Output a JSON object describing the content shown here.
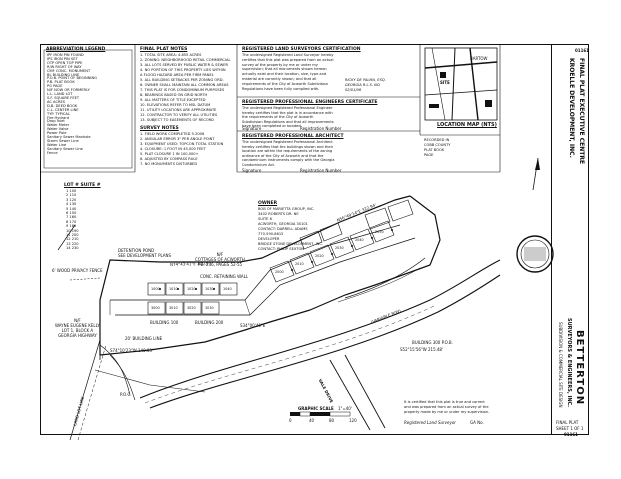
{
  "sheet_number": "01161",
  "legend": {
    "title": "ABBREVIATION LEGEND",
    "items": [
      "IPF  IRON PIN FOUND",
      "IPS  IRON PIN SET",
      "OTP  OPEN TOP PIPE",
      "R/W  RIGHT OF WAY",
      "CMF  CONC. MONUMENT",
      "BL   BUILDING LINE",
      "P.O.B. POINT OF BEGINNING",
      "P.B. PLAT BOOK",
      "PG   PAGE",
      "N/F  NOW OR FORMERLY",
      "L.L. LAND LOT",
      "S.F. SQUARE FEET",
      "AC   ACRES",
      "D.B. DEED BOOK",
      "C.L. CENTER LINE",
      "TYP. TYPICAL"
    ],
    "symbols": [
      "Fire Hydrant",
      "Drop Inlet",
      "Water Meter",
      "Water Valve",
      "Power Pole",
      "Sanitary Sewer Manhole",
      "Storm Sewer Line",
      "Water Line",
      "Sanitary Sewer Line",
      "Fence"
    ]
  },
  "plat_notes": {
    "title": "FINAL PLAT NOTES",
    "lines": [
      "1. TOTAL SITE AREA: 4.855 ACRES",
      "2. ZONING: NEIGHBORHOOD RETAIL COMMERCIAL",
      "3. ALL LOTS SERVED BY PUBLIC WATER & SEWER",
      "4. NO PORTION OF THIS PROPERTY LIES WITHIN",
      "   A FLOOD HAZARD AREA PER FIRM PANEL",
      "5. ALL BUILDING SETBACKS PER ZONING ORD.",
      "6. OWNER SHALL MAINTAIN ALL COMMON AREAS",
      "7. THIS PLAT IS FOR CONDOMINIUM PURPOSES",
      "8. BEARINGS BASED ON GRID NORTH",
      "9. ALL MATTERS OF TITLE EXCEPTED",
      "10. ELEVATIONS REFER TO MSL DATUM",
      "11. UTILITY LOCATIONS ARE APPROXIMATE",
      "12. CONTRACTOR TO VERIFY ALL UTILITIES",
      "13. SUBJECT TO EASEMENTS OF RECORD"
    ]
  },
  "survey_notes": {
    "title": "SURVEY NOTES",
    "lines": [
      "1. FIELD WORK COMPLETED 5-2006",
      "2. ANGULAR ERROR 3\" PER ANGLE POINT",
      "3. EQUIPMENT USED: TOPCON TOTAL STATION",
      "4. CLOSURE: 1 FOOT IN 45,000 FEET",
      "5. PLAT CLOSURE 1 IN 100,000+",
      "6. ADJUSTED BY COMPASS RULE",
      "7. NO MONUMENTS DISTURBED"
    ]
  },
  "cert_surveyor": {
    "title": "REGISTERED LAND SURVEYORS CERTIFICATION",
    "lines": [
      "The undersigned Registered Land Surveyor hereby",
      "certifies that this plat was prepared from an actual",
      "survey of the property by me or under my",
      "supervision; that all monuments shown hereon",
      "actually exist and their location, size, type and",
      "material are correctly shown; and that all",
      "requirements of the City of Acworth Subdivision",
      "Regulations have been fully complied with."
    ],
    "signature_block": [
      "RICKY DE PALMA, ESQ.",
      "GEORGIA R.L.S. NO.",
      "02/01/06"
    ],
    "sig_label": "Signature",
    "reg_label": "Registration Number"
  },
  "cert_engineer": {
    "title": "REGISTERED PROFESSIONAL ENGINEERS CERTIFICATE",
    "lines": [
      "The undersigned Registered Professional Engineer",
      "hereby certifies that the plat is in accordance with",
      "the requirements of the City of Acworth",
      "Subdivision Regulations and that all improvements",
      "have been completed or bonded."
    ],
    "sig_label": "Signature",
    "reg_label": "Registration Number"
  },
  "cert_architect": {
    "title": "REGISTERED PROFESSIONAL ARCHITECT",
    "lines": [
      "The undersigned Registered Professional Architect",
      "hereby certifies that the buildings shown and their",
      "location are within the requirements of the zoning",
      "ordinance of the City of Acworth and that the",
      "condominium instruments comply with the Georgia",
      "Condominium Act."
    ],
    "sig_label": "Signature",
    "reg_label": "Registration Number"
  },
  "recording": {
    "lines": [
      "RECORDED IN",
      "COBB COUNTY",
      "PLAT BOOK",
      "PAGE"
    ]
  },
  "location_map": {
    "title": "LOCATION MAP (NTS)",
    "labels": [
      "SITE",
      "BARTOW"
    ]
  },
  "owner_block": {
    "title": "OWNER",
    "lines": [
      "BOB OF MARIETTA GROUP, INC.",
      "3402 ROBERTS DR. NE",
      "SUITE 6",
      "ACWORTH, GEORGIA 30101",
      "CONTACT: DARRELL ADAMS",
      "770-590-8615"
    ]
  },
  "developer_block": {
    "lines": [
      "DEVELOPER",
      "BRIDGE STONE DEVELOPMENT, INC.",
      "CONTACT: PHILIP SEXTON"
    ]
  },
  "lot_table": {
    "title": "LOT #  SUITE #",
    "rows": [
      "1   100",
      "2   110",
      "3   120",
      "4   130",
      "5   140",
      "6   150",
      "7   160",
      "8   170",
      "9   180",
      "10  190",
      "11  200",
      "12  210",
      "13  220",
      "14  230"
    ]
  },
  "plan_labels": {
    "detention": "DETENTION POND\nSEE DEVELOPMENT PLANS",
    "cottages": "N/F\nCOTTAGES OF ACWORTH\nP.B. 236, PAGES 52-55",
    "privacy_fence": "6' WOOD PRIVACY FENCE",
    "retaining_wall": "CONC. RETAINING WALL",
    "bearing_1": "N74°43'41\"E 310.97",
    "bearing_2": "N56°49'14\"E 322.94'",
    "bearing_3": "S74°10'23\"W 140.03'",
    "bearing_4": "S34°00'46\"E",
    "bearing_5": "S52°15'56\"W 215.48'",
    "building": "BUILDING 300 P.O.B.",
    "vale_drive": "VALE DRIVE",
    "variable_rw": "(VARIABLE R/W)",
    "adjoiner_west": "N/F\nWAYNE EUGENE KELLY\nLOT 1, BLOCK A\nGEORGIA HIGHWAY",
    "land_lot_line": "LAND LOT LINE",
    "building_100": "BUILDING 100",
    "building_200": "BUILDING 200",
    "bl_note": "20' BUILDING LINE",
    "poc": "P.O.C.",
    "scale_title": "GRAPHIC SCALE",
    "scale_ratio": "1\"=40'",
    "scale_ticks": [
      "0",
      "40",
      "80",
      "120"
    ]
  },
  "units_row1": [
    "1000",
    "1010",
    "1020",
    "1030",
    "1040"
  ],
  "units_row2": [
    "2000",
    "2010",
    "2020",
    "2030",
    "2040",
    "2050"
  ],
  "units_row3": [
    "3000",
    "3010",
    "3020",
    "3030"
  ],
  "bottom_cert": {
    "lines": [
      "It is certified that this plat is true and correct",
      "and was prepared from an actual survey of the",
      "property made by me or under my supervision."
    ],
    "sig": "Registered Land Surveyor",
    "reg": "GA No."
  },
  "title_block": {
    "project": "FINAL PLAT EXECUTIVE CENTRE",
    "client": "KROELLE DEVELOPMENT, INC.",
    "firm": "BETTERTON",
    "firm_sub": "SURVEYORS & ENGINEERS, INC.",
    "firm_services": "SUBDIVISION & COMMERCIAL SITE DESIGN",
    "sheet_label": "FINAL PLAT",
    "sheet_num": "SHEET 1 OF 1",
    "project_no": "01161"
  }
}
